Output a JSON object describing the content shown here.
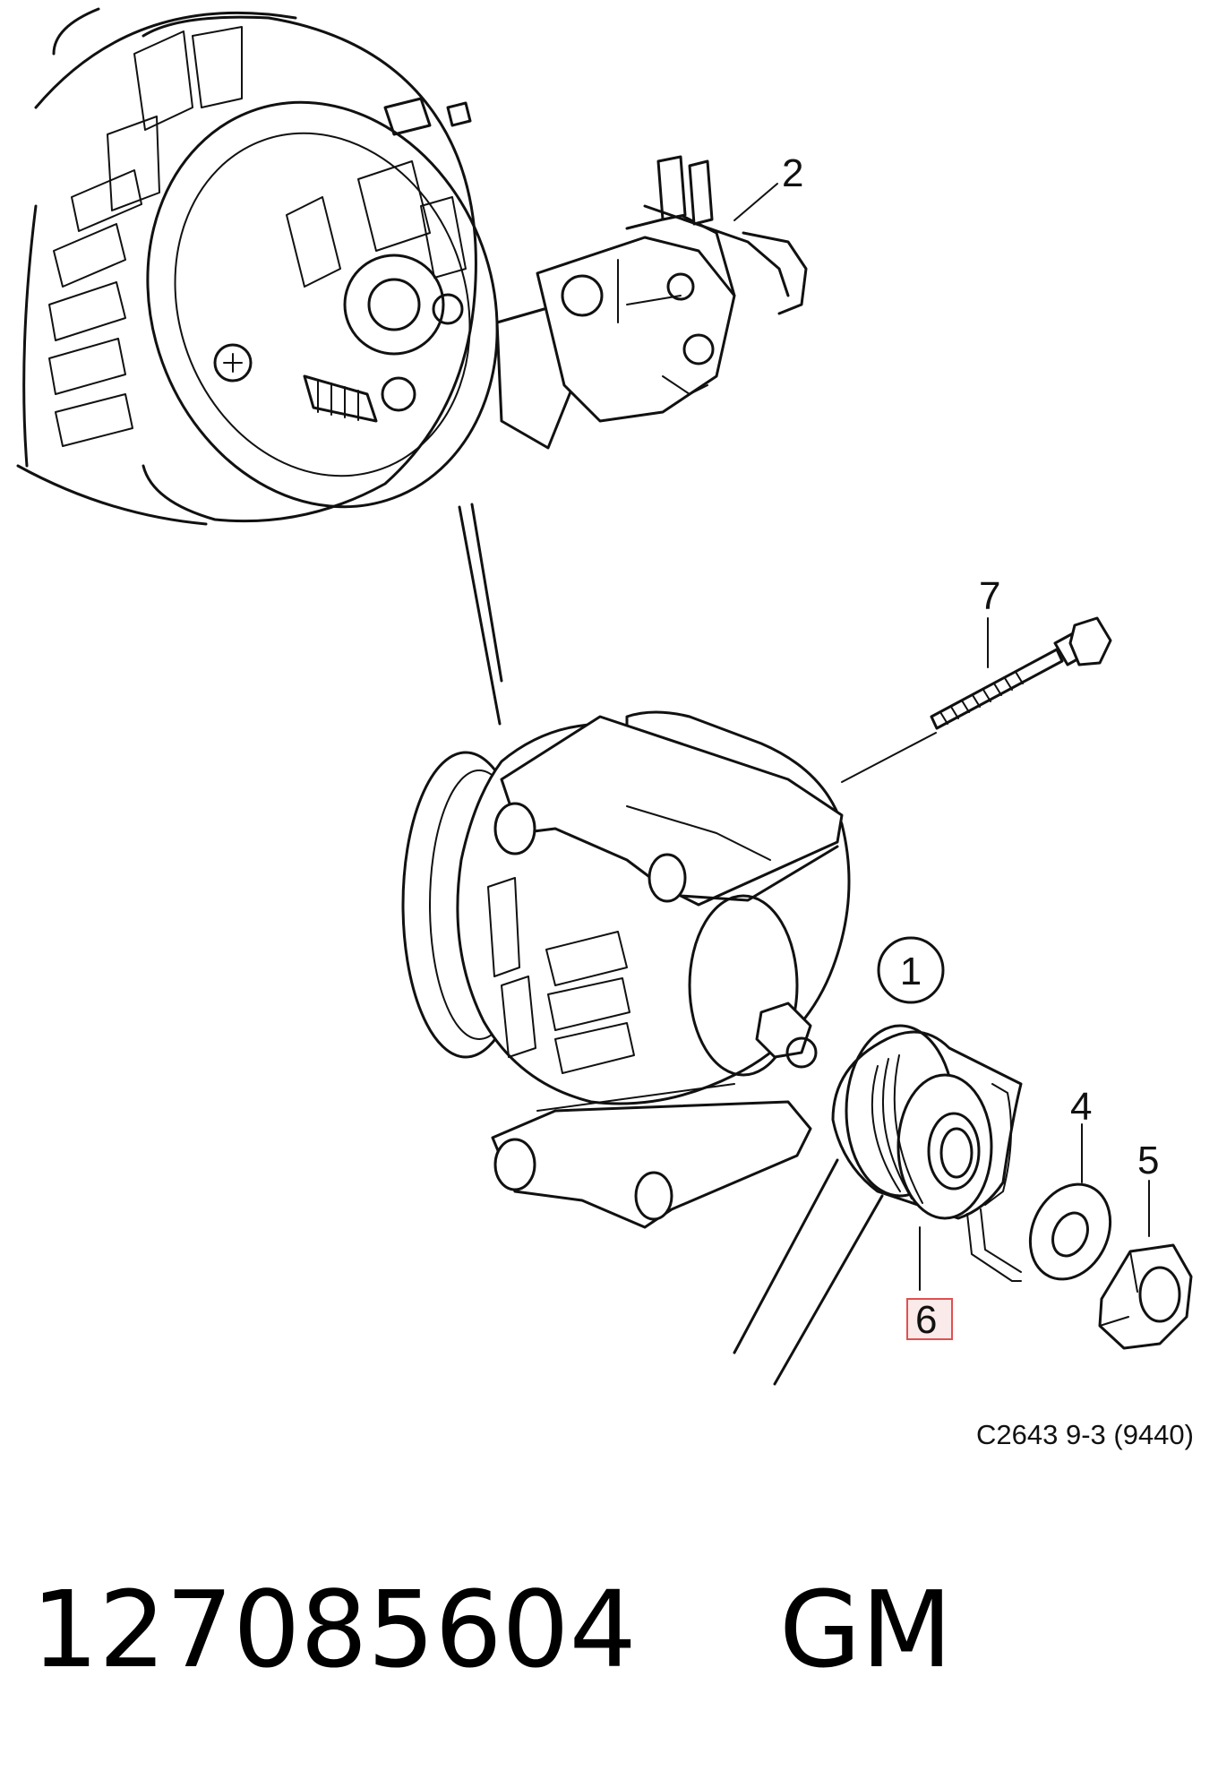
{
  "callouts": {
    "c1": "1",
    "c2": "2",
    "c4": "4",
    "c5": "5",
    "c6": "6",
    "c7": "7"
  },
  "reference_code": "C2643 9-3 (9440)",
  "part_number": "127085604",
  "brand": "GM",
  "colors": {
    "highlight_border": "#e05050",
    "highlight_fill": "#fbeaea",
    "ink": "#111111"
  }
}
